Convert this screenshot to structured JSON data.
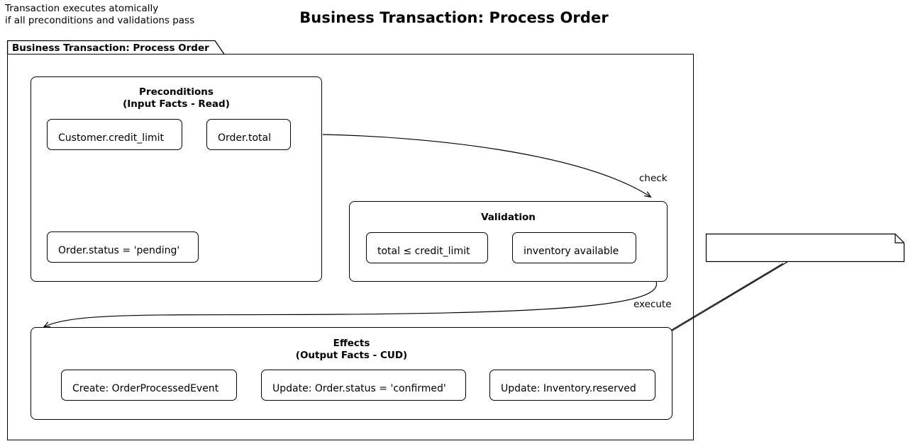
{
  "diagram": {
    "title": "Business Transaction: Process Order",
    "package_label": "Business Transaction: Process Order",
    "icon_names": {
      "component": "component-icon",
      "note_fold": "note-fold-icon"
    }
  },
  "groups": [
    {
      "id": "preconditions",
      "title": "Preconditions\n(Input Facts - Read)",
      "components": [
        {
          "id": "customer-credit-limit",
          "label": "Customer.credit_limit"
        },
        {
          "id": "order-total",
          "label": "Order.total"
        },
        {
          "id": "order-status-pending",
          "label": "Order.status = 'pending'"
        }
      ]
    },
    {
      "id": "validation",
      "title": "Validation",
      "components": [
        {
          "id": "total-le-credit-limit",
          "label": "total ≤ credit_limit"
        },
        {
          "id": "inventory-available",
          "label": "inventory available"
        }
      ]
    },
    {
      "id": "effects",
      "title": "Effects\n(Output Facts - CUD)",
      "components": [
        {
          "id": "create-order-processed-event",
          "label": "Create: OrderProcessedEvent"
        },
        {
          "id": "update-order-status-confirmed",
          "label": "Update: Order.status = 'confirmed'"
        },
        {
          "id": "update-inventory-reserved",
          "label": "Update: Inventory.reserved"
        }
      ]
    }
  ],
  "edges": [
    {
      "id": "check-edge",
      "label": "check",
      "from": "preconditions",
      "to": "validation"
    },
    {
      "id": "execute-edge",
      "label": "execute",
      "from": "validation",
      "to": "effects"
    }
  ],
  "note": {
    "id": "atomicity-note",
    "text": "Transaction executes atomically\nif all preconditions and validations pass",
    "anchor": "update-inventory-reserved"
  },
  "colors": {
    "stroke": "#000000",
    "background": "#ffffff",
    "text": "#000000"
  }
}
